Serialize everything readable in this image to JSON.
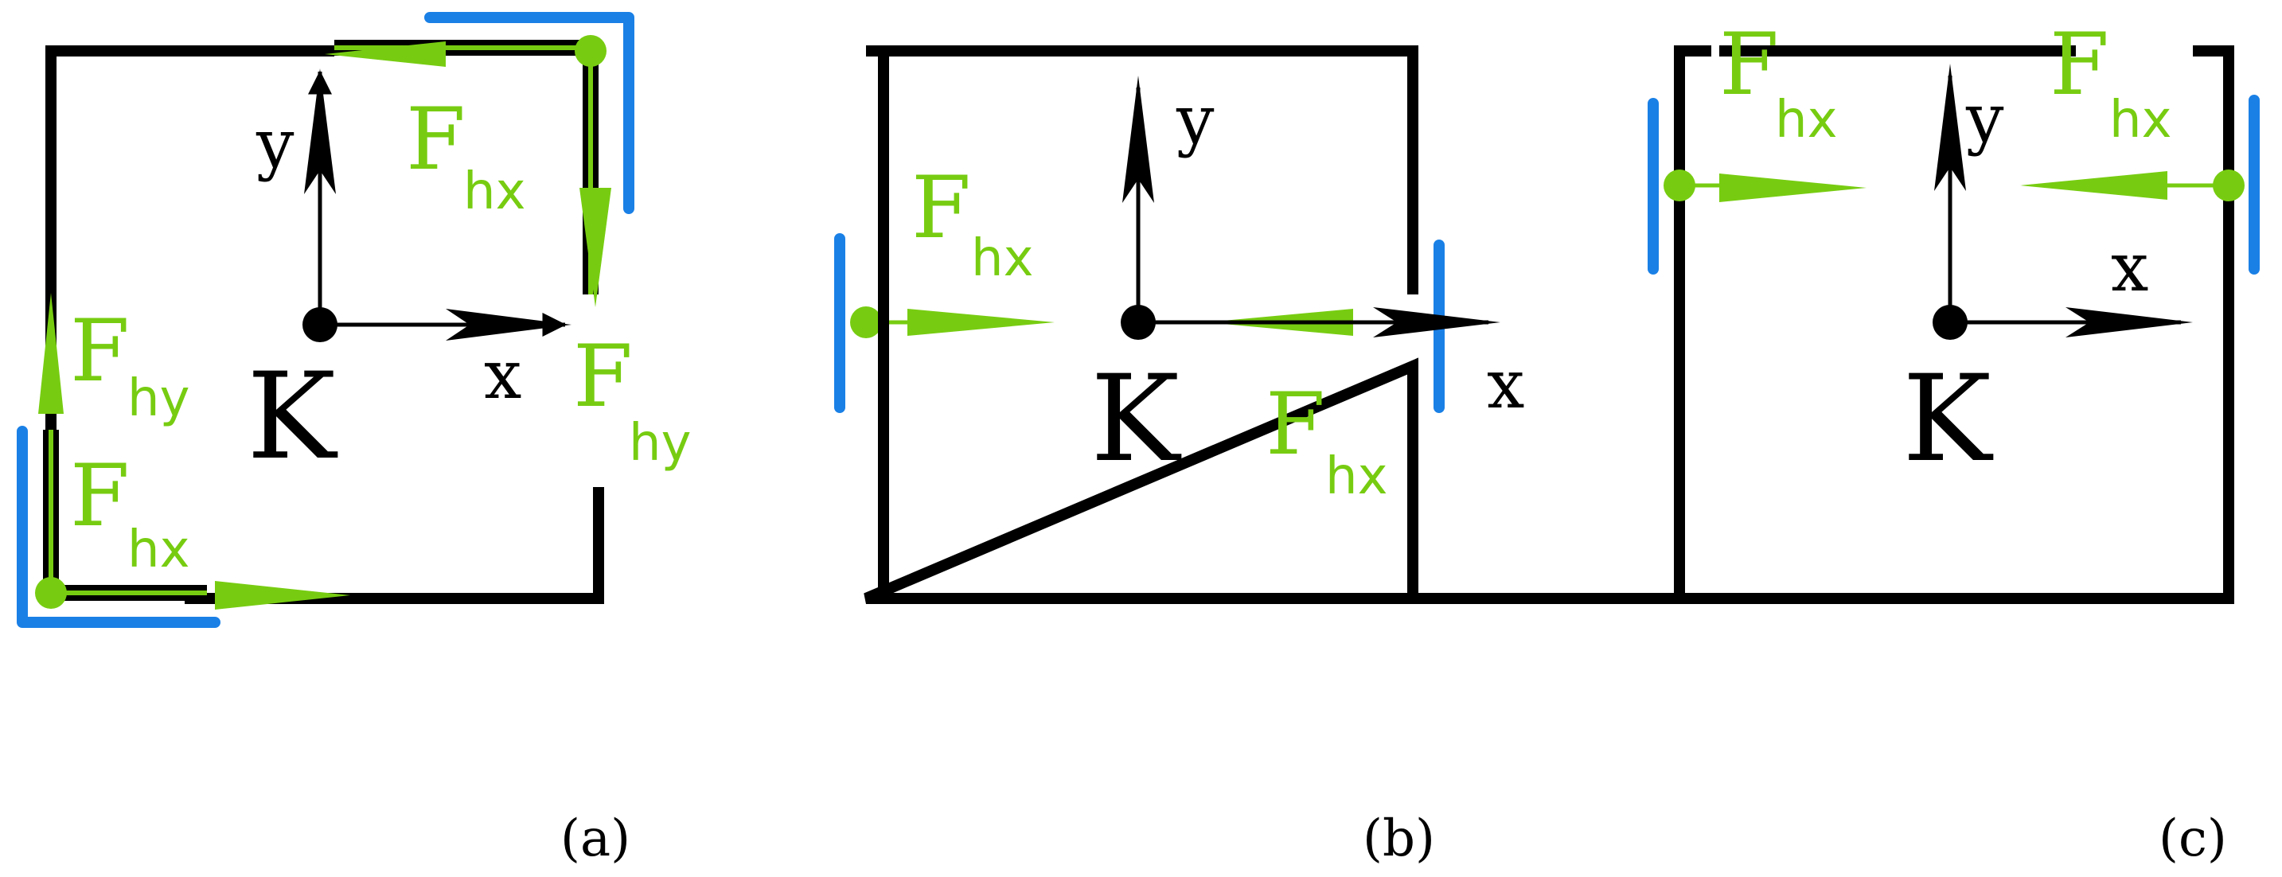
{
  "colors": {
    "frame": "#000000",
    "force": "#77cc11",
    "support": "#1a80e6",
    "text": "#000000"
  },
  "origin_label": "K",
  "axis_labels": {
    "x": "x",
    "y": "y"
  },
  "force_symbol": "F",
  "force_subscripts": {
    "hx": "hx",
    "hy": "hy"
  },
  "panels": [
    {
      "label": "(a)"
    },
    {
      "label": "(b)"
    },
    {
      "label": "(c)"
    }
  ]
}
